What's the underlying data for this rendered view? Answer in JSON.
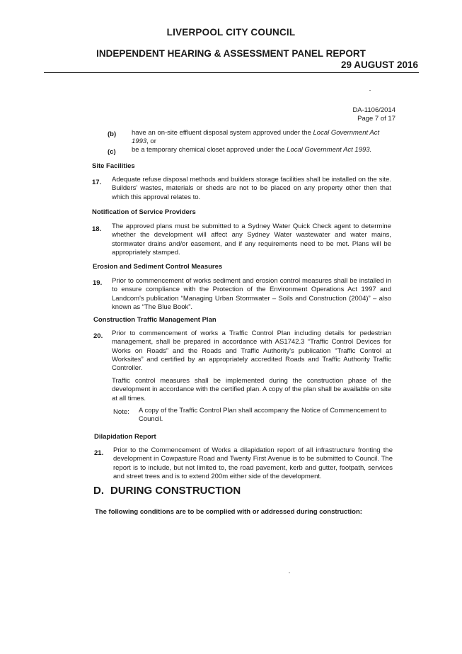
{
  "header": {
    "council": "LIVERPOOL CITY COUNCIL",
    "report_title": "INDEPENDENT HEARING & ASSESSMENT PANEL REPORT",
    "date": "29 AUGUST 2016"
  },
  "reference": {
    "da_number": "DA-1106/2014",
    "page": "Page 7 of 17"
  },
  "items": {
    "b_label": "(b)",
    "b_text_1": "have an on-site effluent disposal system approved under the",
    "b_act": "Local Government Act 1993",
    "b_text_2": ", or",
    "c_label": "(c)",
    "c_text": "be a temporary chemical closet approved under the",
    "c_act": "Local Government Act 1993."
  },
  "sections": {
    "site_facilities": "Site Facilities",
    "notification": "Notification of Service Providers",
    "erosion": "Erosion and Sediment Control Measures",
    "traffic": "Construction Traffic Management Plan",
    "dilapidation": "Dilapidation Report"
  },
  "conditions": {
    "c17_num": "17.",
    "c17_text": "Adequate refuse disposal methods and builders storage facilities shall be installed on the site. Builders' wastes, materials or sheds are not to be placed on any property other then that which this approval relates to.",
    "c18_num": "18.",
    "c18_text": "The approved plans must be submitted to a Sydney Water Quick Check agent to determine whether the development will affect any Sydney Water wastewater and water mains, stormwater drains and/or easement, and if any requirements need to be met. Plans will be appropriately stamped.",
    "c19_num": "19.",
    "c19_text": "Prior to commencement of works sediment and erosion control measures shall be installed in to ensure compliance with the  Protection of the Environment Operations Act 1997 and Landcom's publication “Managing Urban Stormwater – Soils and Construction (2004)” – also known as “The Blue Book”.",
    "c20_num": "20.",
    "c20_text_1": "Prior to commencement of works a Traffic Control Plan including details for pedestrian management,  shall be prepared in accordance with AS1742.3 “Traffic Control Devices for Works on Roads” and the Roads and Traffic Authority's publication “Traffic Control at Worksites” and certified by an appropriately accredited Roads and Traffic Authority Traffic Controller.",
    "c20_text_2": "Traffic control measures shall be implemented during the construction phase of the development in accordance with the certified plan.  A copy of the plan shall be available on site at all times.",
    "c20_note_label": "Note:",
    "c20_note_text": "A copy of the Traffic Control Plan shall accompany the Notice of Commencement to Council.",
    "c21_num": "21.",
    "c21_text": "Prior to the Commencement of Works a dilapidation report of all infrastructure fronting the development in Cowpasture Road and Twenty First Avenue is to be submitted to Council. The report is to include, but not limited to, the road pavement, kerb and gutter, footpath, services and street trees and is to extend 200m either side of the development."
  },
  "part_d": {
    "letter": "D.",
    "title": "DURING CONSTRUCTION",
    "intro": "The following conditions are to be complied with or addressed during construction:"
  }
}
